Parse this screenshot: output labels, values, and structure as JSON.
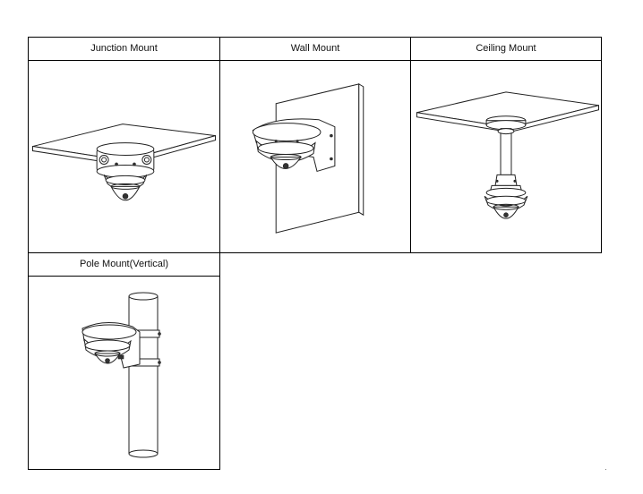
{
  "mounts": [
    {
      "id": "junction",
      "label": "Junction Mount",
      "image": "junction-mount-illustration"
    },
    {
      "id": "wall",
      "label": "Wall Mount",
      "image": "wall-mount-illustration"
    },
    {
      "id": "ceiling",
      "label": "Ceiling Mount",
      "image": "ceiling-mount-illustration"
    },
    {
      "id": "pole",
      "label": "Pole Mount(Vertical)",
      "image": "pole-mount-illustration"
    }
  ]
}
